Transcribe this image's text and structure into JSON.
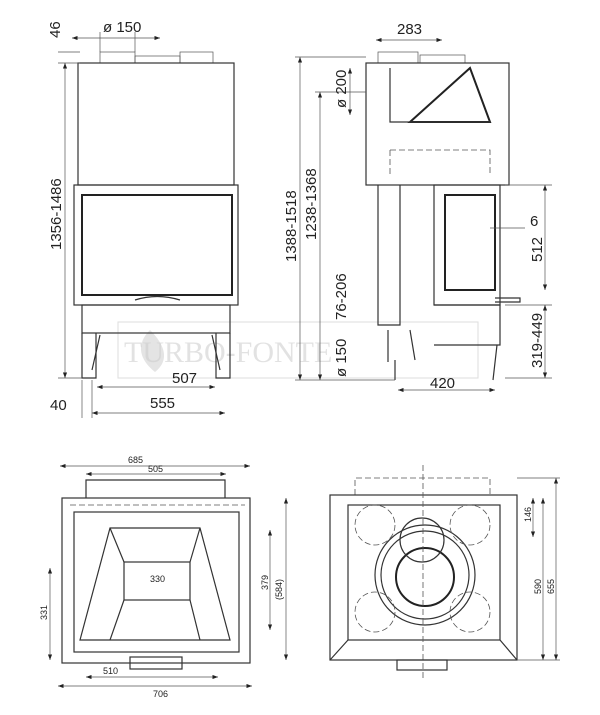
{
  "watermark": {
    "text": "TURBO-FONTE"
  },
  "front_view": {
    "dims": {
      "flue_height": "46",
      "flue_diameter": "ø 150",
      "total_height": "1356-1486",
      "inner_width": "507",
      "outer_width": "555",
      "side_offset": "40"
    }
  },
  "side_view": {
    "dims": {
      "top_depth": "283",
      "height_total": "1388-1518",
      "height_air": "1238-1368",
      "air_diameter": "ø 200",
      "inlet_range": "76-206",
      "inlet_diameter": "ø 150",
      "glass_offset": "6",
      "door_height": "512",
      "base_height": "319-449",
      "bottom_depth": "420"
    }
  },
  "plan_view": {
    "dims": {
      "overall_width": "685",
      "top_width": "505",
      "firebox_width": "330",
      "depth_inner": "379",
      "depth_inner_alt": "(584)",
      "depth_front": "331",
      "bottom_inner": "510",
      "bottom_overall": "706"
    }
  },
  "rear_view": {
    "dims": {
      "flue_offset": "146",
      "depth": "590",
      "depth_overall": "655"
    }
  }
}
